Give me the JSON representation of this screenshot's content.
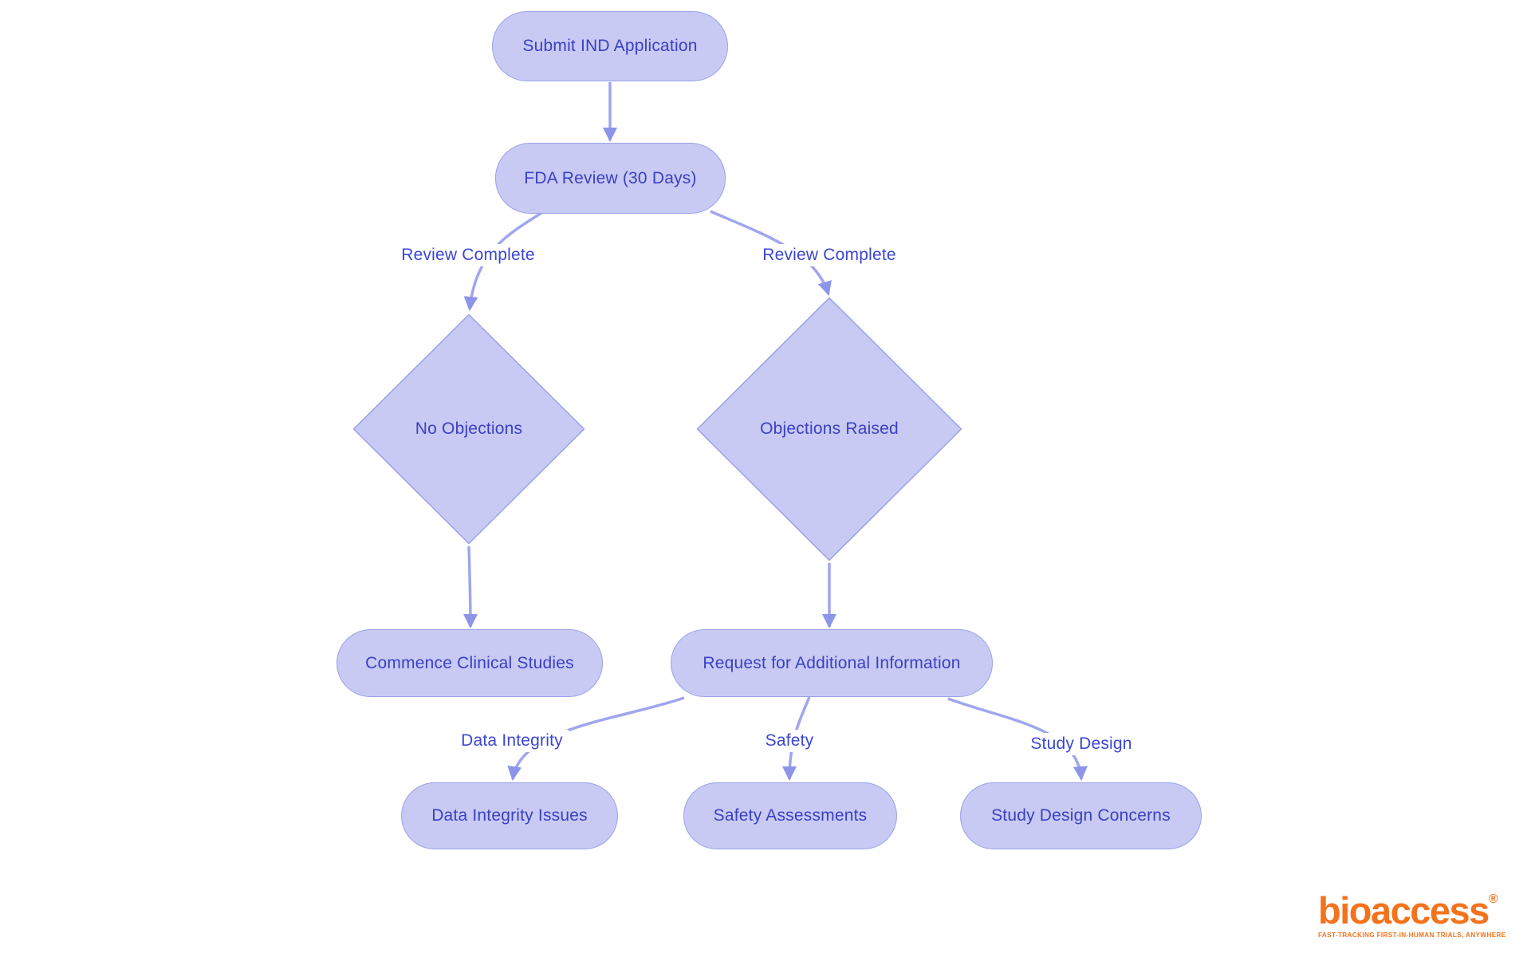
{
  "diagram": {
    "type": "flowchart",
    "background": "#ffffff",
    "nodes": {
      "submit": {
        "label": "Submit IND Application",
        "shape": "stadium"
      },
      "fda_review": {
        "label": "FDA Review (30 Days)",
        "shape": "stadium"
      },
      "no_objections": {
        "label": "No Objections",
        "shape": "diamond"
      },
      "objections_raised": {
        "label": "Objections Raised",
        "shape": "diamond"
      },
      "commence": {
        "label": "Commence Clinical Studies",
        "shape": "stadium"
      },
      "request_info": {
        "label": "Request for Additional Information",
        "shape": "stadium"
      },
      "data_integrity_issues": {
        "label": "Data Integrity Issues",
        "shape": "stadium"
      },
      "safety_assessments": {
        "label": "Safety Assessments",
        "shape": "stadium"
      },
      "study_design_concerns": {
        "label": "Study Design Concerns",
        "shape": "stadium"
      }
    },
    "edge_labels": {
      "review_complete_left": "Review Complete",
      "review_complete_right": "Review Complete",
      "data_integrity": "Data Integrity",
      "safety": "Safety",
      "study_design": "Study Design"
    },
    "colors": {
      "node_fill": "#c8caf3",
      "node_border": "#9ba1e8",
      "node_text": "#3b40c4",
      "edge_line": "#a0a5ee",
      "arrowhead": "#8d94e9",
      "edge_label_text": "#3c46d2",
      "logo_orange": "#f4721c"
    }
  },
  "logo": {
    "wordmark": "bioaccess",
    "registered_mark": "®",
    "tagline": "FAST-TRACKING FIRST-IN-HUMAN TRIALS, ANYWHERE"
  }
}
